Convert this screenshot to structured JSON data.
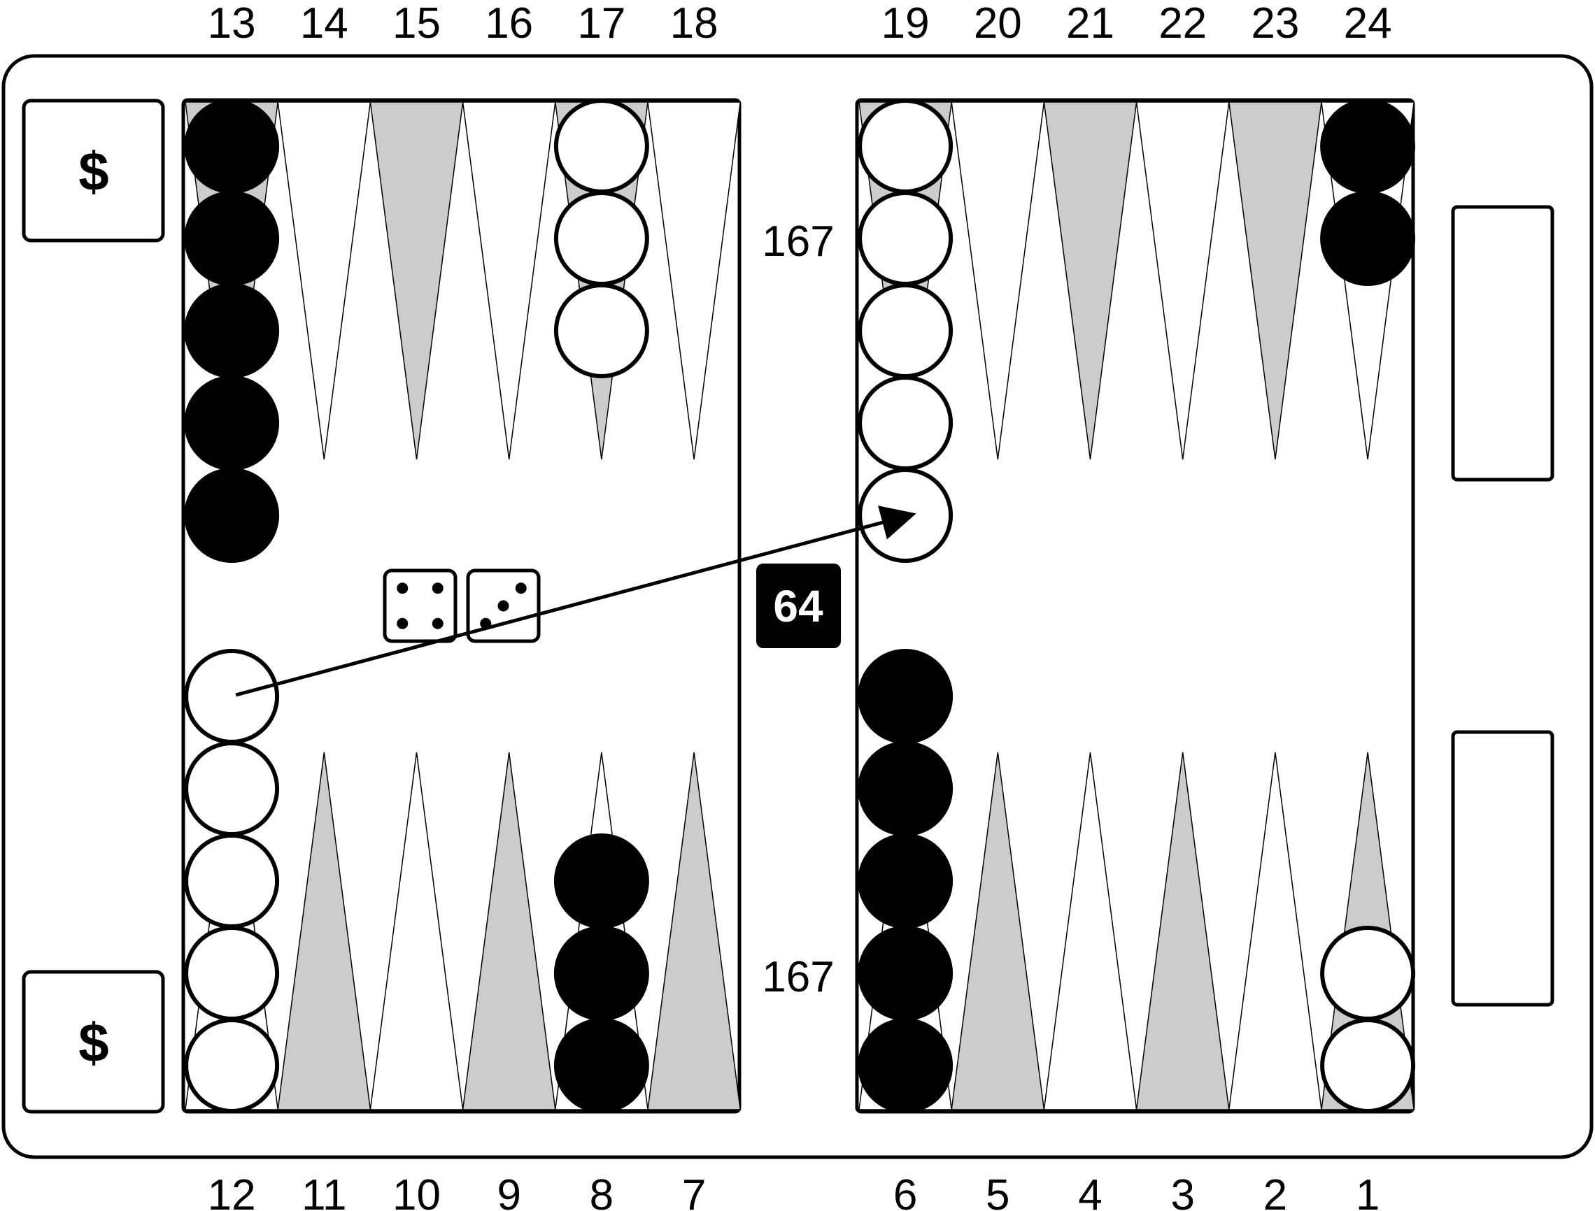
{
  "game": "backgammon",
  "colors": {
    "board_bg": "#ffffff",
    "point_dark": "#cccccc",
    "point_light": "#ffffff",
    "checker_black": "#000000",
    "checker_white": "#ffffff",
    "cube_bg": "#000000",
    "cube_text": "#ffffff"
  },
  "top_point_labels": [
    "13",
    "14",
    "15",
    "16",
    "17",
    "18",
    "19",
    "20",
    "21",
    "22",
    "23",
    "24"
  ],
  "bottom_point_labels": [
    "12",
    "11",
    "10",
    "9",
    "8",
    "7",
    "6",
    "5",
    "4",
    "3",
    "2",
    "1"
  ],
  "pip_counts": {
    "top": "167",
    "bottom": "167"
  },
  "doubling_cube": {
    "value": "64"
  },
  "money_boxes": {
    "top": "$",
    "bottom": "$"
  },
  "dice": [
    4,
    3
  ],
  "checkers": [
    {
      "point": 13,
      "color": "black",
      "count": 5
    },
    {
      "point": 17,
      "color": "white",
      "count": 3
    },
    {
      "point": 19,
      "color": "white",
      "count": 5
    },
    {
      "point": 24,
      "color": "black",
      "count": 2
    },
    {
      "point": 12,
      "color": "white",
      "count": 5
    },
    {
      "point": 8,
      "color": "black",
      "count": 3
    },
    {
      "point": 6,
      "color": "black",
      "count": 5
    },
    {
      "point": 1,
      "color": "white",
      "count": 2
    }
  ],
  "move_arrow": {
    "from_point": 12,
    "to_point": 19
  }
}
